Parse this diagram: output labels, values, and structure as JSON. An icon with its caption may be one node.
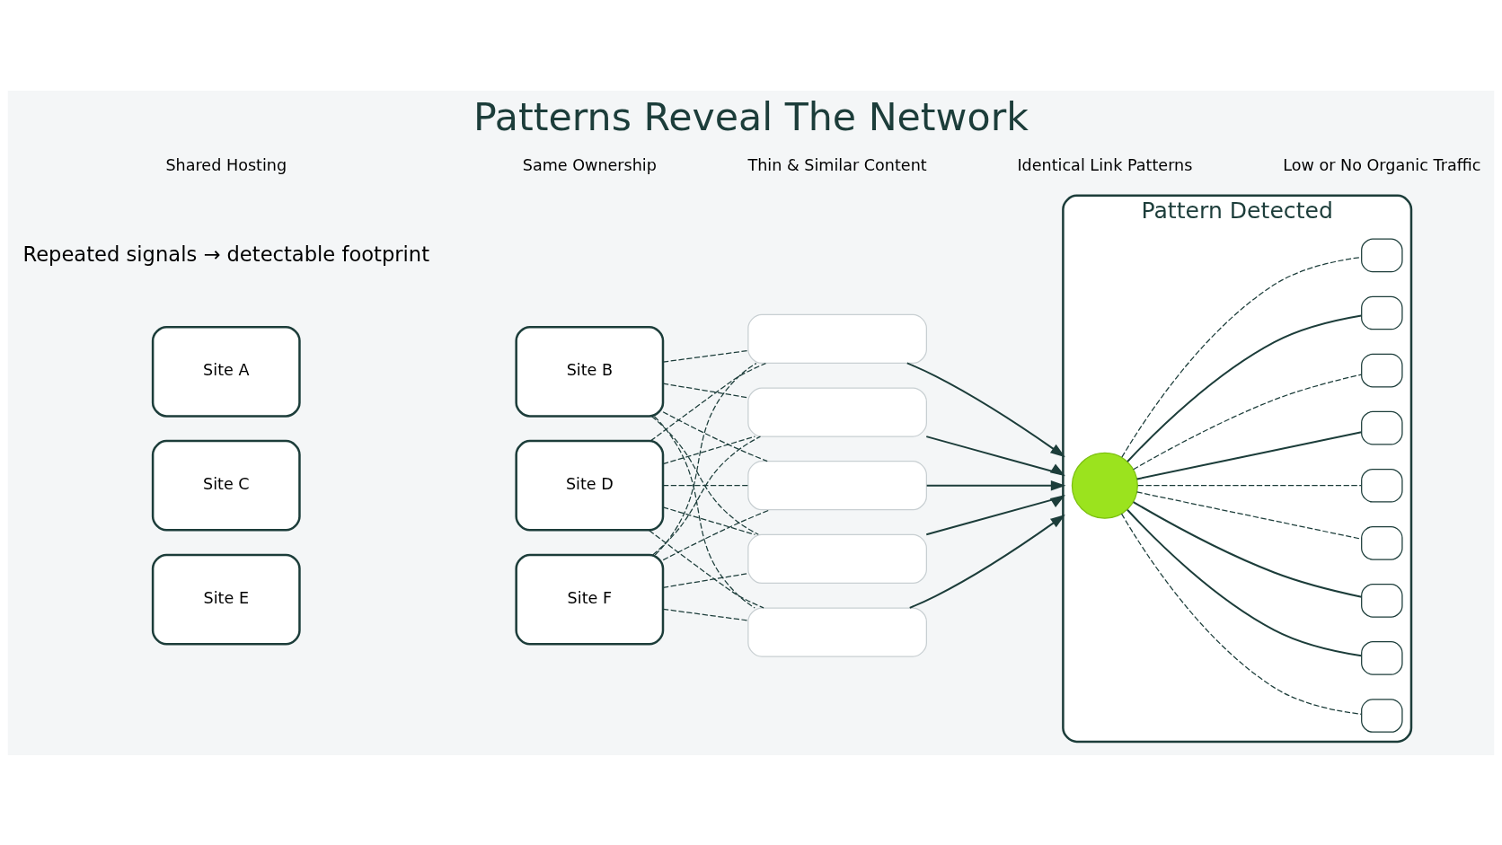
{
  "diagram": {
    "title": "Patterns Reveal The Network",
    "nodes": [
      {
        "text": [
          "Site A"
        ]
      },
      {
        "text": [
          "Site B"
        ]
      },
      {
        "text": [
          "Site C"
        ]
      },
      {
        "text": [
          "Site D"
        ]
      },
      {
        "text": [
          "Site E"
        ]
      },
      {
        "text": [
          "Site F"
        ]
      },
      {
        "text": [],
        "shape": "box"
      },
      {
        "text": [],
        "shape": "box"
      },
      {
        "text": [],
        "shape": "box"
      },
      {
        "text": [],
        "shape": "box"
      },
      {
        "text": [],
        "shape": "box"
      },
      {
        "text": [
          "Pattern Detected"
        ]
      },
      {
        "text": [],
        "shape": "circle",
        "in": 11
      },
      {
        "text": [],
        "shape": "box",
        "in": 11
      },
      {
        "text": [],
        "shape": "box",
        "in": 11
      },
      {
        "text": [],
        "shape": "box",
        "in": 11
      },
      {
        "text": [],
        "shape": "box",
        "in": 11
      },
      {
        "text": [],
        "shape": "box",
        "in": 11
      },
      {
        "text": [],
        "shape": "box",
        "in": 11
      },
      {
        "text": [],
        "shape": "box",
        "in": 11
      },
      {
        "text": [],
        "shape": "box",
        "in": 11
      },
      {
        "text": [],
        "shape": "box",
        "in": 11
      }
    ],
    "edges": [
      {
        "from": 1,
        "to": 6,
        "arrow": "none",
        "style": "dashed"
      },
      {
        "from": 1,
        "to": 7,
        "arrow": "none",
        "style": "dashed"
      },
      {
        "from": 1,
        "to": 8,
        "arrow": "none",
        "style": "dashed"
      },
      {
        "from": 1,
        "to": 9,
        "arrow": "none",
        "style": "dashed"
      },
      {
        "from": 1,
        "to": 10,
        "arrow": "none",
        "style": "dashed"
      },
      {
        "from": 3,
        "to": 6,
        "arrow": "none",
        "style": "dashed"
      },
      {
        "from": 3,
        "to": 7,
        "arrow": "none",
        "style": "dashed"
      },
      {
        "from": 3,
        "to": 8,
        "arrow": "none",
        "style": "dashed"
      },
      {
        "from": 3,
        "to": 9,
        "arrow": "none",
        "style": "dashed"
      },
      {
        "from": 3,
        "to": 10,
        "arrow": "none",
        "style": "dashed"
      },
      {
        "from": 5,
        "to": 6,
        "arrow": "none",
        "style": "dashed"
      },
      {
        "from": 5,
        "to": 7,
        "arrow": "none",
        "style": "dashed"
      },
      {
        "from": 5,
        "to": 8,
        "arrow": "none",
        "style": "dashed"
      },
      {
        "from": 5,
        "to": 9,
        "arrow": "none",
        "style": "dashed"
      },
      {
        "from": 5,
        "to": 10,
        "arrow": "none",
        "style": "dashed"
      },
      {
        "from": 6,
        "to": 11,
        "arrow": "to"
      },
      {
        "from": 7,
        "to": 11,
        "arrow": "to"
      },
      {
        "from": 8,
        "to": 11,
        "arrow": "to"
      },
      {
        "from": 9,
        "to": 11,
        "arrow": "to"
      },
      {
        "from": 10,
        "to": 11,
        "arrow": "to"
      },
      {
        "from": 12,
        "to": 13,
        "arrow": "none",
        "style": "dashed"
      },
      {
        "from": 12,
        "to": 14,
        "arrow": "none"
      },
      {
        "from": 12,
        "to": 15,
        "arrow": "none"
      },
      {
        "from": 12,
        "to": 16,
        "arrow": "none",
        "style": "dashed"
      },
      {
        "from": 12,
        "to": 17,
        "arrow": "none",
        "style": "dashed"
      },
      {
        "from": 12,
        "to": 18,
        "arrow": "none"
      },
      {
        "from": 12,
        "to": 19,
        "arrow": "none",
        "style": "dashed"
      },
      {
        "from": 12,
        "to": 20,
        "arrow": "none"
      },
      {
        "from": 12,
        "to": 21,
        "arrow": "none",
        "style": "dashed"
      }
    ],
    "labels": [
      "Repeated signals → detectable footprint"
    ],
    "legend": [
      {
        "text": "Shared Hosting"
      },
      {
        "text": "Same Ownership"
      },
      {
        "text": "Thin & Similar Content"
      },
      {
        "text": "Identical Link Patterns"
      },
      {
        "text": "Low or No Organic Traffic"
      }
    ]
  }
}
